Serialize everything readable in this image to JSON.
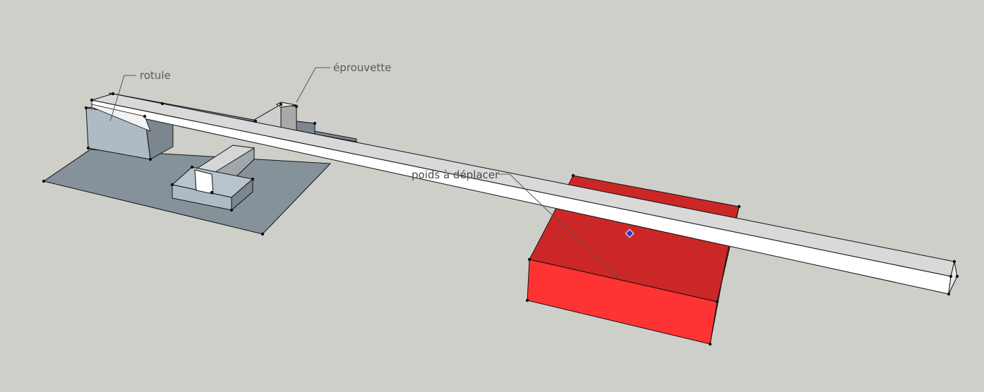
{
  "labels": {
    "rotule": "rotule",
    "eprouvette": "éprouvette",
    "poids": "poids à déplacer"
  },
  "colors": {
    "background": "#cfcfca",
    "base_plate": "#86929a",
    "block_light": "#aebbc5",
    "block_shade": "#7c868e",
    "beam_top": "#d9d9d9",
    "beam_front": "#ffffff",
    "weight_top": "#cc2727",
    "weight_front": "#ff3333",
    "weight_side": "#d62a2a",
    "selection": "#3333cc"
  },
  "icons": {
    "vertex_marker": "vertex-dot-icon",
    "selection_marker": "diamond-icon"
  }
}
